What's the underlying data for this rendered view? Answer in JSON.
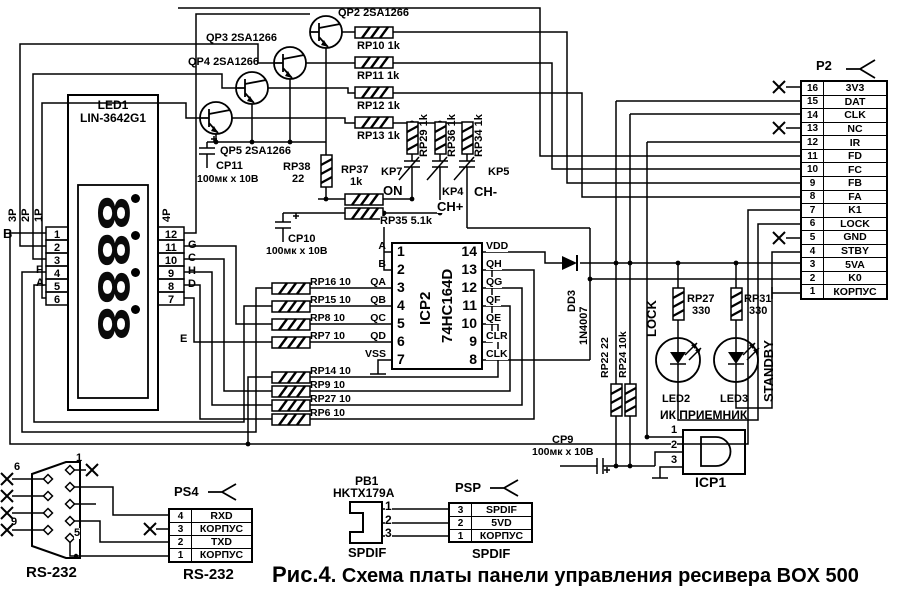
{
  "caption": {
    "fig": "Рис.4",
    "rest": ". Схема платы панели управления ресивера BOX 500"
  },
  "display": {
    "name": "LED1",
    "part": "LIN-3642G1",
    "digits": [
      "8",
      "8",
      "8",
      "8"
    ],
    "left_pins": [
      "1",
      "2",
      "3",
      "4",
      "5",
      "6"
    ],
    "right_pins": [
      "12",
      "11",
      "10",
      "9",
      "8",
      "7"
    ],
    "digit_lines": {
      "p3": "3P",
      "p2": "2P",
      "p1": "1P",
      "p4": "4P"
    },
    "segments": {
      "b": "B",
      "f": "F",
      "a": "A",
      "g": "G",
      "c": "C",
      "h": "H",
      "d": "D",
      "e": "E"
    }
  },
  "transistors": {
    "qp2": "QP2 2SA1266",
    "qp3": "QP3 2SA1266",
    "qp4": "QP4 2SA1266",
    "qp5": "QP5 2SA1266"
  },
  "resistors": {
    "rp10": "RP10 1k",
    "rp11": "RP11 1k",
    "rp12": "RP12 1k",
    "rp13": "RP13 1k",
    "rp29": "RP29 1k",
    "rp36": "RP36 1k",
    "rp34": "RP34 1k",
    "rp37": "RP37",
    "rp37_val": "1k",
    "rp38": "RP38",
    "rp38_val": "22",
    "rp35": "RP35 5.1k",
    "rp16": "RP16 10",
    "rp15": "RP15 10",
    "rp8": "RP8 10",
    "rp7": "RP7 10",
    "rp14": "RP14 10",
    "rp9": "RP9 10",
    "rp27": "RP27 10",
    "rp6": "RP6 10",
    "rp22": "RP22 22",
    "rp24": "RP24 10k",
    "rp27b": "RP27",
    "rp27b_val": "330",
    "rp31": "RP31",
    "rp31_val": "330"
  },
  "capacitors": {
    "cp11": "CP11",
    "cp11_val": "100мк x 10В",
    "cp10": "CP10",
    "cp10_val": "100мк x 10В",
    "cp9": "CP9",
    "cp9_val": "100мк x 10В"
  },
  "buttons": {
    "kp7": "KP7",
    "kp7_fn": "ON",
    "kp4": "KP4",
    "kp4_fn": "CH+",
    "kp5": "KP5",
    "kp5_fn": "CH-"
  },
  "shift_register": {
    "name": "ICP2",
    "part": "74HC164D",
    "left_pins": [
      {
        "n": "1",
        "l": "A"
      },
      {
        "n": "2",
        "l": "B"
      },
      {
        "n": "3",
        "l": "QA"
      },
      {
        "n": "4",
        "l": "QB"
      },
      {
        "n": "5",
        "l": "QC"
      },
      {
        "n": "6",
        "l": "QD"
      },
      {
        "n": "7",
        "l": "VSS"
      }
    ],
    "right_pins": [
      {
        "n": "14",
        "l": "VDD"
      },
      {
        "n": "13",
        "l": "QH"
      },
      {
        "n": "12",
        "l": "QG"
      },
      {
        "n": "11",
        "l": "QF"
      },
      {
        "n": "10",
        "l": "QE"
      },
      {
        "n": "9",
        "l": "CLR"
      },
      {
        "n": "8",
        "l": "CLK"
      }
    ]
  },
  "diode": {
    "name": "DD3",
    "part": "1N4007"
  },
  "indicators": {
    "led2": "LED2",
    "led3": "LED3",
    "lock": "LOCK",
    "standby": "STANDBY"
  },
  "ir_receiver": {
    "title": "ИК ПРИЕМНИК",
    "name": "ICP1",
    "pins": [
      "1",
      "2",
      "3"
    ]
  },
  "p2": {
    "name": "P2",
    "pins": [
      {
        "n": "16",
        "l": "3V3"
      },
      {
        "n": "15",
        "l": "DAT"
      },
      {
        "n": "14",
        "l": "CLK"
      },
      {
        "n": "13",
        "l": "NC"
      },
      {
        "n": "12",
        "l": "IR"
      },
      {
        "n": "11",
        "l": "FD"
      },
      {
        "n": "10",
        "l": "FC"
      },
      {
        "n": "9",
        "l": "FB"
      },
      {
        "n": "8",
        "l": "FA"
      },
      {
        "n": "7",
        "l": "K1"
      },
      {
        "n": "6",
        "l": "LOCK"
      },
      {
        "n": "5",
        "l": "GND"
      },
      {
        "n": "4",
        "l": "STBY"
      },
      {
        "n": "3",
        "l": "5VA"
      },
      {
        "n": "2",
        "l": "K0"
      },
      {
        "n": "1",
        "l": "КОРПУС"
      }
    ]
  },
  "db9": {
    "label": "RS-232",
    "pin_labels": {
      "p1": "1",
      "p5": "5",
      "p6": "6",
      "p9": "9"
    }
  },
  "ps4": {
    "name": "PS4",
    "rows": [
      {
        "n": "4",
        "l": "RXD"
      },
      {
        "n": "3",
        "l": "КОРПУС"
      },
      {
        "n": "2",
        "l": "TXD"
      },
      {
        "n": "1",
        "l": "КОРПУС"
      }
    ],
    "label": "RS-232"
  },
  "pb1": {
    "name": "PB1",
    "part": "HKTX179A",
    "pins": [
      "1",
      "2",
      "3"
    ],
    "label": "SPDIF"
  },
  "psp": {
    "name": "PSP",
    "rows": [
      {
        "n": "3",
        "l": "SPDIF"
      },
      {
        "n": "2",
        "l": "5VD"
      },
      {
        "n": "1",
        "l": "КОРПУС"
      }
    ],
    "label": "SPDIF"
  }
}
